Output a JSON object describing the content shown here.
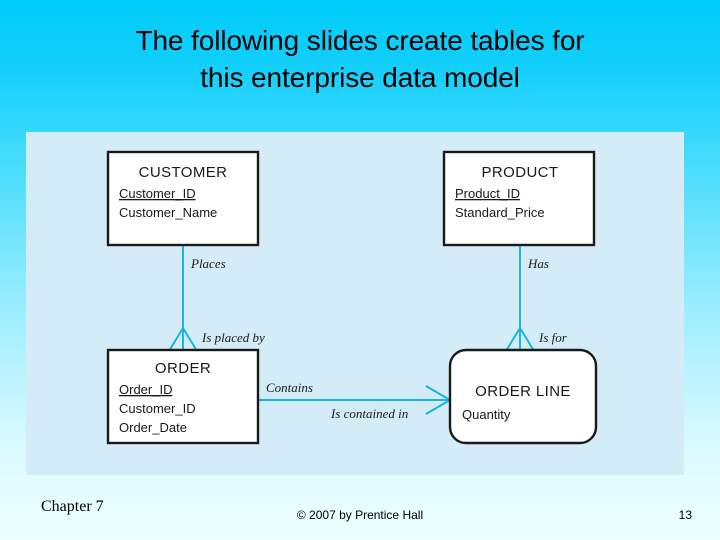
{
  "slide": {
    "title_line1": "The following slides create tables for",
    "title_line2": "this enterprise data model",
    "background_top_color": "#00ccfa",
    "background_bottom_color": "#ecffff",
    "panel_color": "#d3ecf7"
  },
  "diagram": {
    "type": "entity-relationship-diagram",
    "notation": "crows-foot",
    "line_color": "#15b4dc",
    "entity_border_color": "#1a1a1a",
    "entity_fill_color": "#ffffff",
    "entities": [
      {
        "id": "customer",
        "name": "CUSTOMER",
        "kind": "strong",
        "shape": "rectangle",
        "attributes": [
          {
            "name": "Customer_ID",
            "key": true
          },
          {
            "name": "Customer_Name",
            "key": false
          }
        ]
      },
      {
        "id": "product",
        "name": "PRODUCT",
        "kind": "strong",
        "shape": "rectangle",
        "attributes": [
          {
            "name": "Product_ID",
            "key": true
          },
          {
            "name": "Standard_Price",
            "key": false
          }
        ]
      },
      {
        "id": "order",
        "name": "ORDER",
        "kind": "strong",
        "shape": "rectangle",
        "attributes": [
          {
            "name": "Order_ID",
            "key": true
          },
          {
            "name": "Customer_ID",
            "key": false
          },
          {
            "name": "Order_Date",
            "key": false
          }
        ]
      },
      {
        "id": "order_line",
        "name": "ORDER LINE",
        "kind": "weak",
        "shape": "rounded-rectangle",
        "attributes": [
          {
            "name": "Quantity",
            "key": false
          }
        ]
      }
    ],
    "relationships": [
      {
        "id": "customer-order",
        "from": "customer",
        "to": "order",
        "forward_label": "Places",
        "reverse_label": "Is placed by",
        "many_end": "order"
      },
      {
        "id": "product-order-line",
        "from": "product",
        "to": "order_line",
        "forward_label": "Has",
        "reverse_label": "Is for",
        "many_end": "order_line"
      },
      {
        "id": "order-order-line",
        "from": "order",
        "to": "order_line",
        "forward_label": "Contains",
        "reverse_label": "Is contained in",
        "many_end": "order_line"
      }
    ]
  },
  "footer": {
    "chapter": "Chapter 7",
    "copyright": "© 2007 by Prentice Hall",
    "page_number": "13"
  }
}
